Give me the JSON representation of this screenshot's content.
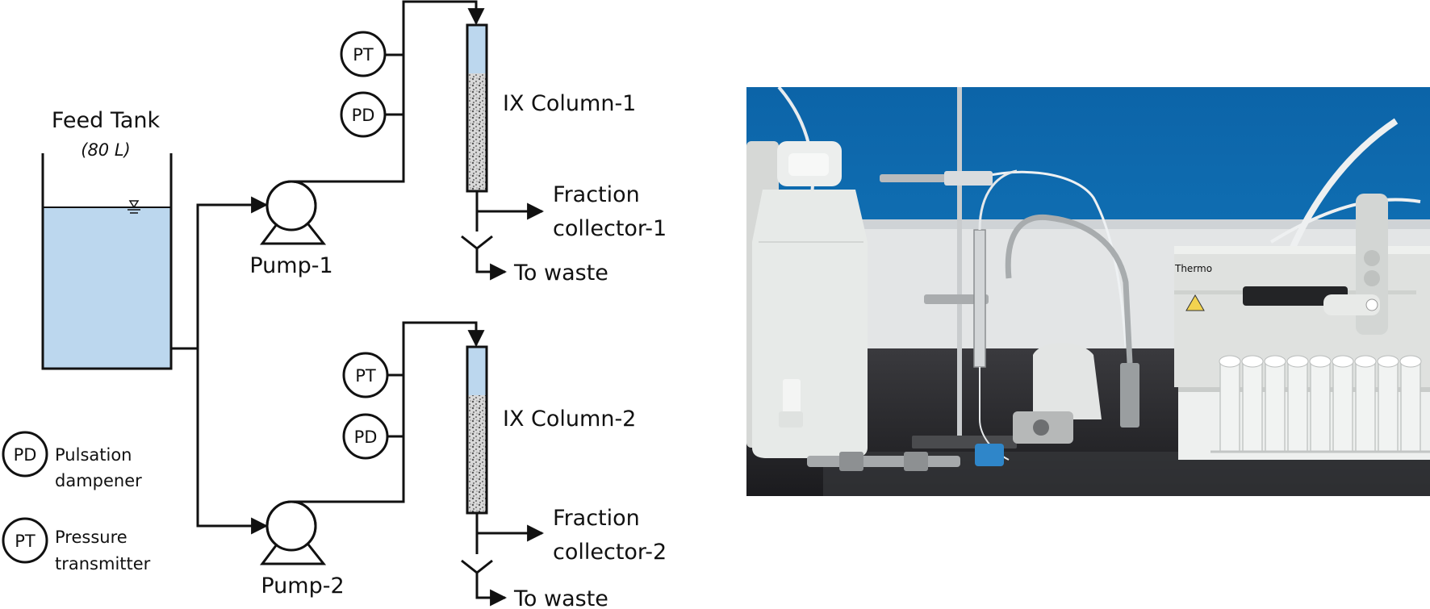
{
  "diagram": {
    "tank": {
      "title": "Feed Tank",
      "capacity": "(80 L)",
      "liquid_color": "#bcd7ee"
    },
    "pumps": [
      {
        "label": "Pump-1"
      },
      {
        "label": "Pump-2"
      }
    ],
    "instruments": {
      "pt_label": "PT",
      "pd_label": "PD"
    },
    "columns": [
      {
        "label": "IX Column-1",
        "fraction_line1": "Fraction",
        "fraction_line2": "collector-1",
        "waste": "To waste"
      },
      {
        "label": "IX Column-2",
        "fraction_line1": "Fraction",
        "fraction_line2": "collector-2",
        "waste": "To waste"
      }
    ],
    "legend": [
      {
        "symbol": "PD",
        "line1": "Pulsation",
        "line2": "dampener"
      },
      {
        "symbol": "PT",
        "line1": "Pressure",
        "line2": "transmitter"
      }
    ],
    "colors": {
      "stroke": "#111111",
      "liquid": "#bcd7ee",
      "column_top": "#bcd7ee",
      "resin": "#b9b9b9"
    }
  },
  "photo": {
    "brand_label": "Thermo",
    "colors": {
      "wall": "#0f6fb2",
      "bench": "#2b2b2e",
      "bottle": "#e9ece9",
      "instrument": "#dcdedc"
    }
  }
}
